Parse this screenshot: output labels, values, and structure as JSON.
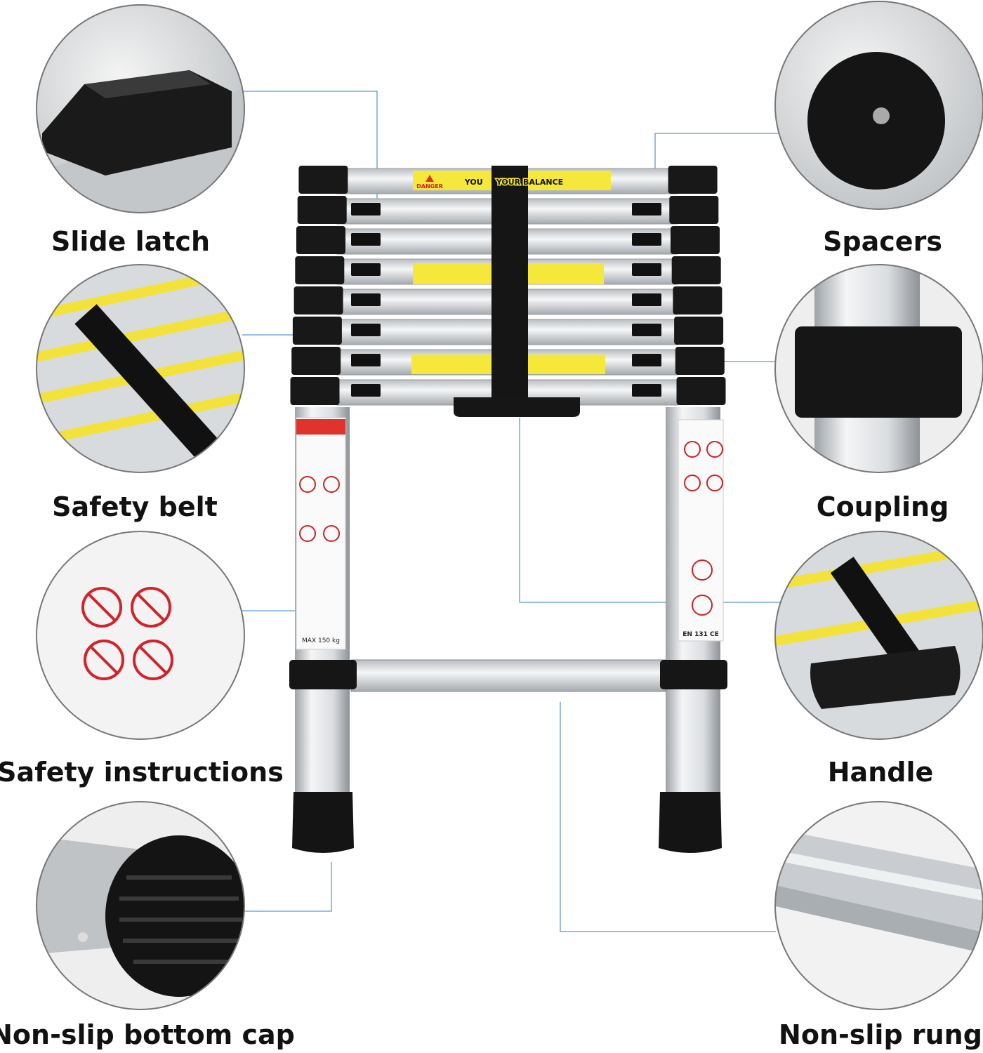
{
  "labels": {
    "slide_latch": "Slide latch",
    "spacers": "Spacers",
    "safety_belt": "Safety belt",
    "coupling": "Coupling",
    "safety_instructions": "Safety instructions",
    "handle": "Handle",
    "bottom_cap": "Non-slip bottom cap",
    "rung": "Non-slip rung"
  },
  "stickers": {
    "danger": "DANGER",
    "balance": "YOU     YOUR BALANCE",
    "max_load": "MAX 150 kg",
    "standard": "EN 131 CE"
  },
  "colors": {
    "connector": "#5b9bd5",
    "sticker_yellow": "#f5e83a",
    "rubber": "#1a1a1a",
    "aluminium": "#d9dcdf"
  }
}
